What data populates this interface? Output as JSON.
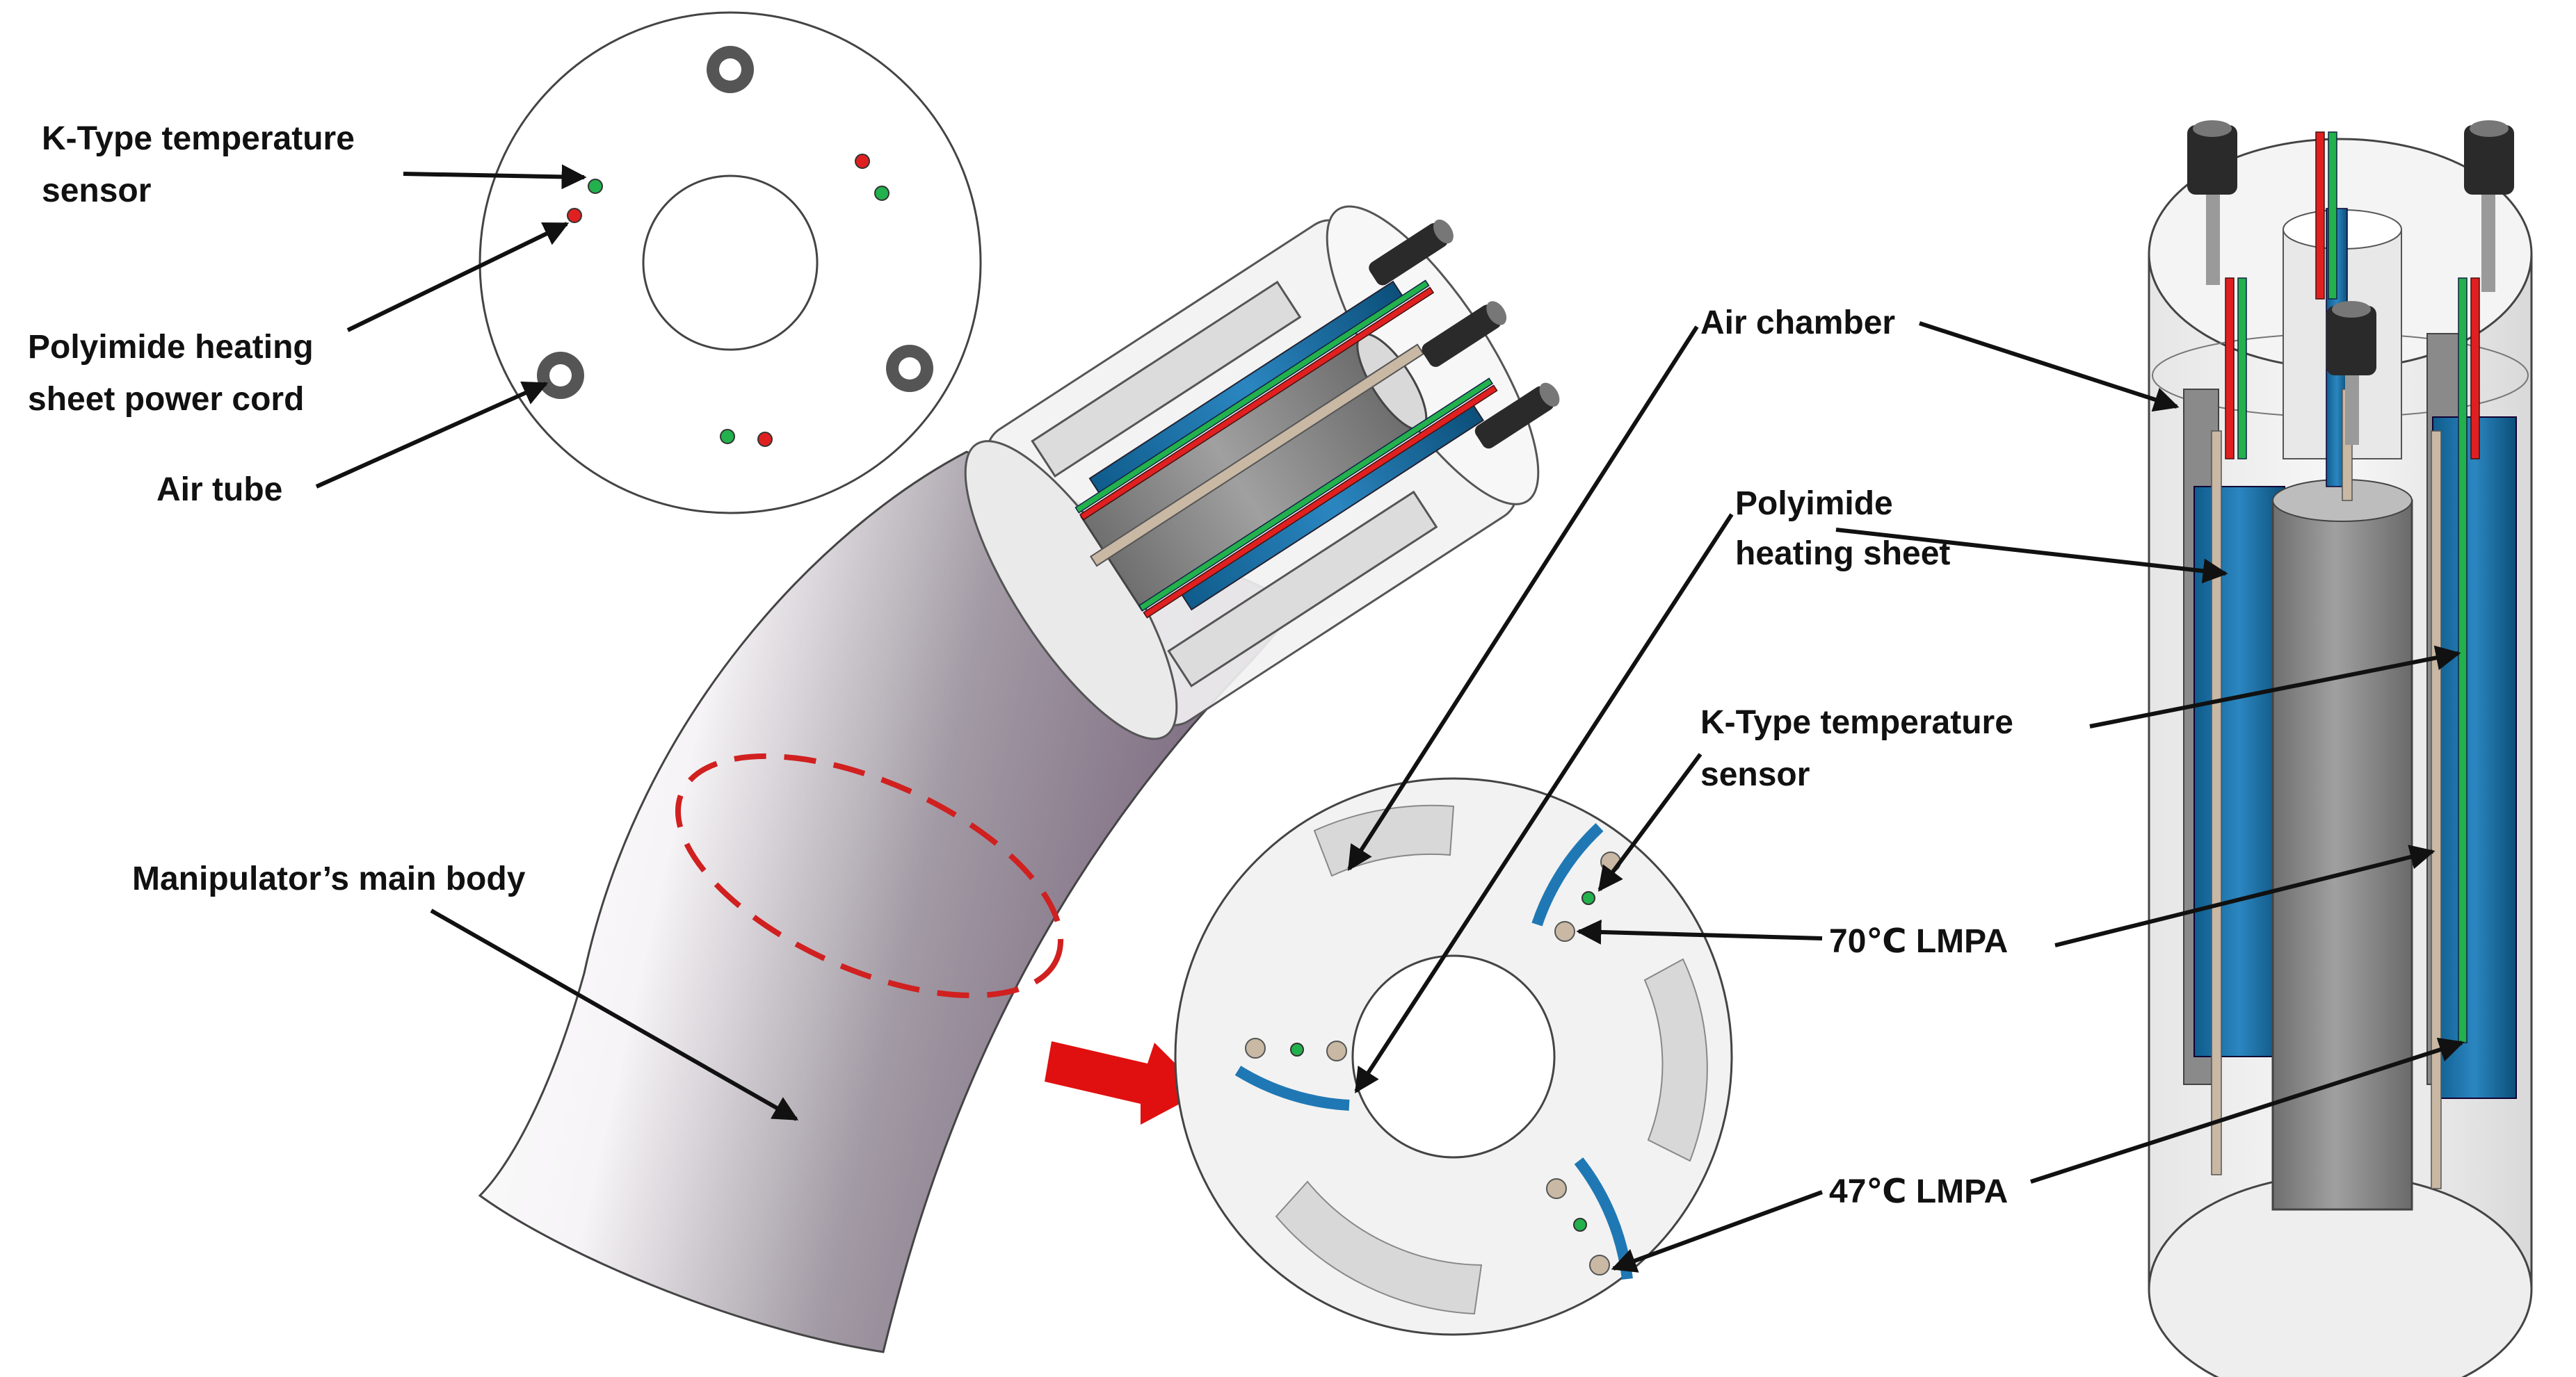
{
  "labels": {
    "k_type_sensor_top": [
      "K-Type  temperature",
      "sensor"
    ],
    "polyimide_cord": [
      "Polyimide heating",
      "sheet power cord"
    ],
    "air_tube": "Air tube",
    "main_body": "Manipulator’s main body",
    "air_chamber": "Air chamber",
    "polyimide_sheet": [
      "Polyimide",
      "heating sheet"
    ],
    "k_type_sensor_right": [
      "K-Type  temperature",
      "sensor"
    ],
    "lmpa_70": "70℃ LMPA",
    "lmpa_47": "47℃ LMPA"
  },
  "colors": {
    "sensor_wire": "#22b14c",
    "power_cord": "#e02020",
    "heating_sheet": "#1f78b4",
    "highlight_ellipse": "#d02020",
    "arrow": "#e01010",
    "lmpa_rod": "#c8b8a4"
  }
}
